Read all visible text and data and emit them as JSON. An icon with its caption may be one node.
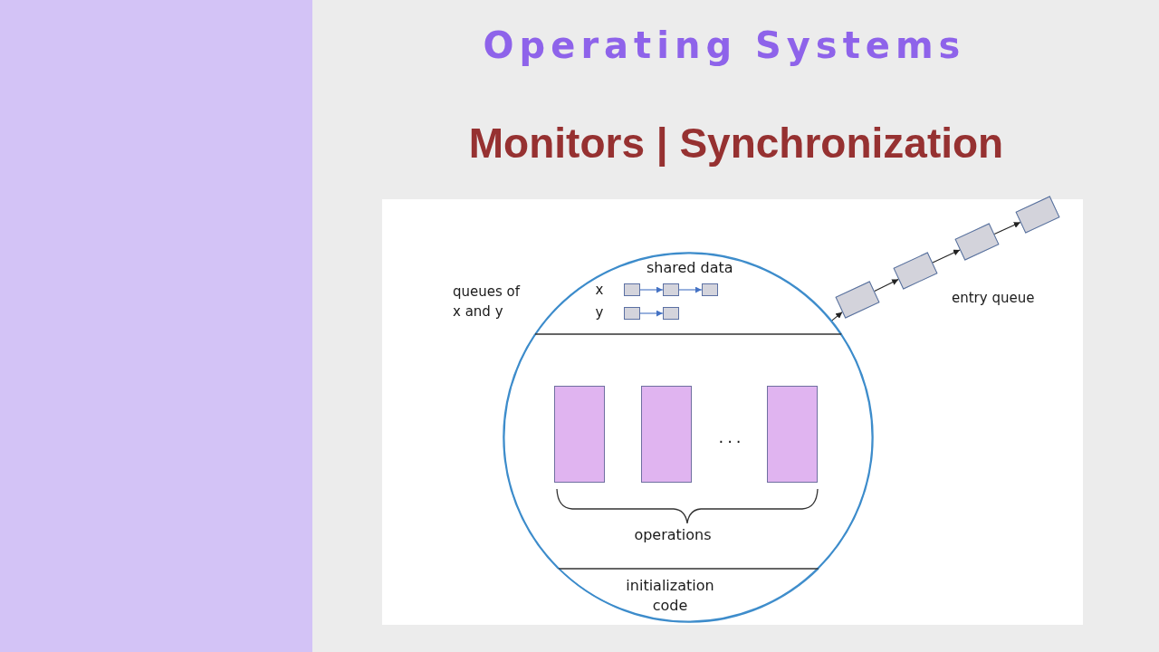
{
  "diagram": {
    "title": "Operating Systems",
    "nodes": [
      {
        "text": [],
        "shape": "circle"
      },
      {
        "text": [
          "shared data"
        ],
        "in": 0
      },
      {
        "text": [],
        "shape": "box",
        "in": 1
      },
      {
        "text": [],
        "shape": "box",
        "in": 1
      },
      {
        "text": [],
        "shape": "box",
        "in": 1
      },
      {
        "text": [],
        "shape": "box",
        "in": 1
      },
      {
        "text": [],
        "shape": "box",
        "in": 1
      },
      {
        "text": [
          "operations"
        ],
        "in": 0
      },
      {
        "text": [],
        "shape": "box",
        "in": 7
      },
      {
        "text": [],
        "shape": "box",
        "in": 7
      },
      {
        "text": [],
        "shape": "box",
        "in": 7
      },
      {
        "text": [
          "initialization code"
        ],
        "in": 0
      },
      {
        "text": [],
        "shape": "box"
      },
      {
        "text": [],
        "shape": "box"
      },
      {
        "text": [],
        "shape": "box"
      },
      {
        "text": [],
        "shape": "box"
      }
    ],
    "edges": [
      {
        "from": 2,
        "to": 3,
        "arrow": "to",
        "color": "#4472c4"
      },
      {
        "from": 3,
        "to": 4,
        "arrow": "to",
        "color": "#4472c4"
      },
      {
        "from": 5,
        "to": 6,
        "arrow": "to",
        "color": "#4472c4"
      },
      {
        "from": 0,
        "to": 12,
        "arrow": "to"
      },
      {
        "from": 12,
        "to": 13,
        "arrow": "to"
      },
      {
        "from": 13,
        "to": 14,
        "arrow": "to"
      },
      {
        "from": 14,
        "to": 15,
        "arrow": "to"
      }
    ],
    "labels": [
      "Monitors | Synchronization",
      "queues of x and y",
      "x",
      "y",
      "...",
      "entry queue"
    ]
  }
}
